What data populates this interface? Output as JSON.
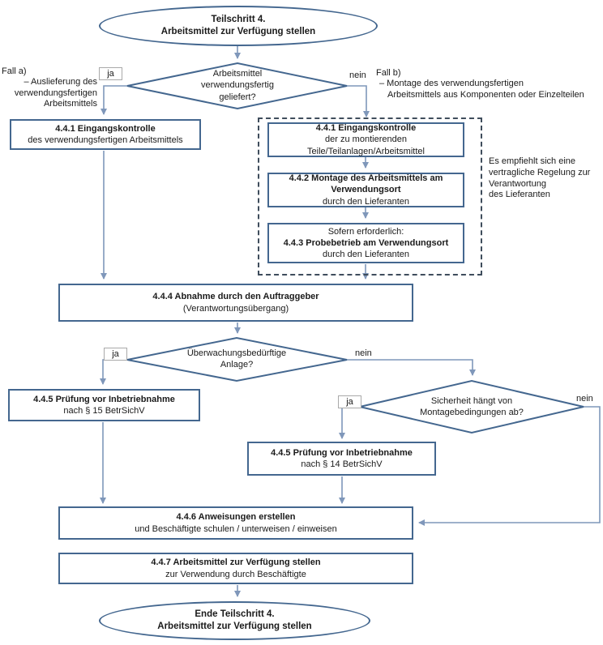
{
  "colors": {
    "shape_border": "#44678f",
    "connector": "#7f97ba",
    "dashed_border": "#3f4d5c",
    "label_border": "#a9a9a9",
    "text": "#1a1a1a"
  },
  "start": {
    "line1": "Teilschritt 4.",
    "line2": "Arbeitsmittel zur Verfügung stellen"
  },
  "d1": {
    "line1": "Arbeitsmittel",
    "line2": "verwendungsfertig",
    "line3": "geliefert?",
    "yes": "ja",
    "no": "nein"
  },
  "fall_a": {
    "line1": "Fall a)",
    "line2": "– Auslieferung des",
    "line3": "verwendungsfertigen",
    "line4": "Arbeitsmittels"
  },
  "fall_b": {
    "line1": "Fall b)",
    "line2": "– Montage des verwendungsfertigen",
    "line3": "Arbeitsmittels aus Komponenten oder Einzelteilen"
  },
  "box441a": {
    "title": "4.4.1 Eingangskontrolle",
    "sub": "des verwendungsfertigen Arbeitsmittels"
  },
  "box441b": {
    "title": "4.4.1 Eingangskontrolle",
    "sub1": "der zu montierenden",
    "sub2": "Teile/Teilanlagen/Arbeitsmittel"
  },
  "box442": {
    "title1": "4.4.2 Montage des Arbeitsmittels am",
    "title2": "Verwendungsort",
    "sub": "durch den Lieferanten"
  },
  "box443": {
    "pre": "Sofern erforderlich:",
    "title": "4.4.3 Probebetrieb am Verwendungsort",
    "sub": "durch den Lieferanten"
  },
  "note": {
    "line1": "Es empfiehlt sich eine",
    "line2": "vertragliche Regelung zur",
    "line3": "Verantwortung",
    "line4": "des Lieferanten"
  },
  "box444": {
    "title": "4.4.4 Abnahme durch den Auftraggeber",
    "sub": "(Verantwortungsübergang)"
  },
  "d2": {
    "line1": "Überwachungsbedürftige",
    "line2": "Anlage?",
    "yes": "ja",
    "no": "nein"
  },
  "box445a": {
    "title": "4.4.5 Prüfung vor Inbetriebnahme",
    "sub": "nach § 15 BetrSichV"
  },
  "d3": {
    "line1": "Sicherheit hängt von",
    "line2": "Montagebedingungen ab?",
    "yes": "ja",
    "no": "nein"
  },
  "box445b": {
    "title": "4.4.5 Prüfung vor Inbetriebnahme",
    "sub": "nach § 14 BetrSichV"
  },
  "box446": {
    "title": "4.4.6 Anweisungen erstellen",
    "sub": "und Beschäftigte schulen / unterweisen / einweisen"
  },
  "box447": {
    "title": "4.4.7 Arbeitsmittel zur Verfügung stellen",
    "sub": "zur Verwendung durch Beschäftigte"
  },
  "end": {
    "line1": "Ende Teilschritt 4.",
    "line2": "Arbeitsmittel zur Verfügung stellen"
  }
}
